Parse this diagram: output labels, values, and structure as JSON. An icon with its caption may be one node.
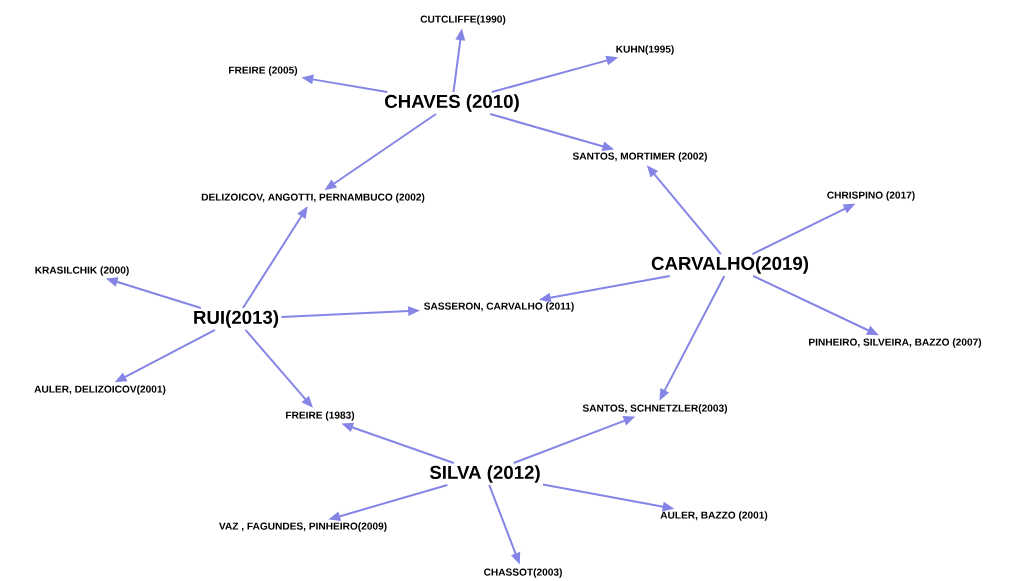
{
  "diagram": {
    "nodes": [
      {
        "text": [
          "CUTCLIFFE(1990)"
        ]
      },
      {
        "text": [
          "KUHN(1995)"
        ]
      },
      {
        "text": [
          "FREIRE (2005)"
        ]
      },
      {
        "text": [
          "CHAVES (2010)"
        ]
      },
      {
        "text": [
          "SANTOS, MORTIMER (2002)"
        ]
      },
      {
        "text": [
          "DELIZOICOV, ANGOTTI, PERNAMBUCO (2002)"
        ]
      },
      {
        "text": [
          "CHRISPINO (2017)"
        ]
      },
      {
        "text": [
          "KRASILCHIK (2000)"
        ]
      },
      {
        "text": [
          "CARVALHO(2019)"
        ]
      },
      {
        "text": [
          "RUI(2013)"
        ]
      },
      {
        "text": [
          "SASSERON, CARVALHO (2011)"
        ]
      },
      {
        "text": [
          "PINHEIRO, SILVEIRA, BAZZO (2007)"
        ]
      },
      {
        "text": [
          "AULER, DELIZOICOV(2001)"
        ]
      },
      {
        "text": [
          "FREIRE (1983)"
        ]
      },
      {
        "text": [
          "SANTOS, SCHNETZLER(2003)"
        ]
      },
      {
        "text": [
          "SILVA (2012)"
        ]
      },
      {
        "text": [
          "VAZ , FAGUNDES, PINHEIRO(2009)"
        ]
      },
      {
        "text": [
          "AULER, BAZZO (2001)"
        ]
      },
      {
        "text": [
          "CHASSOT(2003)"
        ]
      }
    ],
    "edges": [
      {
        "from": 3,
        "to": 0,
        "arrow": "to"
      },
      {
        "from": 3,
        "to": 1,
        "arrow": "to"
      },
      {
        "from": 3,
        "to": 2,
        "arrow": "to"
      },
      {
        "from": 3,
        "to": 4,
        "arrow": "to"
      },
      {
        "from": 3,
        "to": 5,
        "arrow": "to"
      },
      {
        "from": 8,
        "to": 4,
        "arrow": "to"
      },
      {
        "from": 8,
        "to": 6,
        "arrow": "to"
      },
      {
        "from": 8,
        "to": 10,
        "arrow": "to"
      },
      {
        "from": 8,
        "to": 11,
        "arrow": "to"
      },
      {
        "from": 8,
        "to": 14,
        "arrow": "to"
      },
      {
        "from": 9,
        "to": 5,
        "arrow": "to"
      },
      {
        "from": 9,
        "to": 7,
        "arrow": "to"
      },
      {
        "from": 9,
        "to": 10,
        "arrow": "to"
      },
      {
        "from": 9,
        "to": 12,
        "arrow": "to"
      },
      {
        "from": 9,
        "to": 13,
        "arrow": "to"
      },
      {
        "from": 15,
        "to": 13,
        "arrow": "to"
      },
      {
        "from": 15,
        "to": 14,
        "arrow": "to"
      },
      {
        "from": 15,
        "to": 16,
        "arrow": "to"
      },
      {
        "from": 15,
        "to": 17,
        "arrow": "to"
      },
      {
        "from": 15,
        "to": 18,
        "arrow": "to"
      }
    ]
  }
}
